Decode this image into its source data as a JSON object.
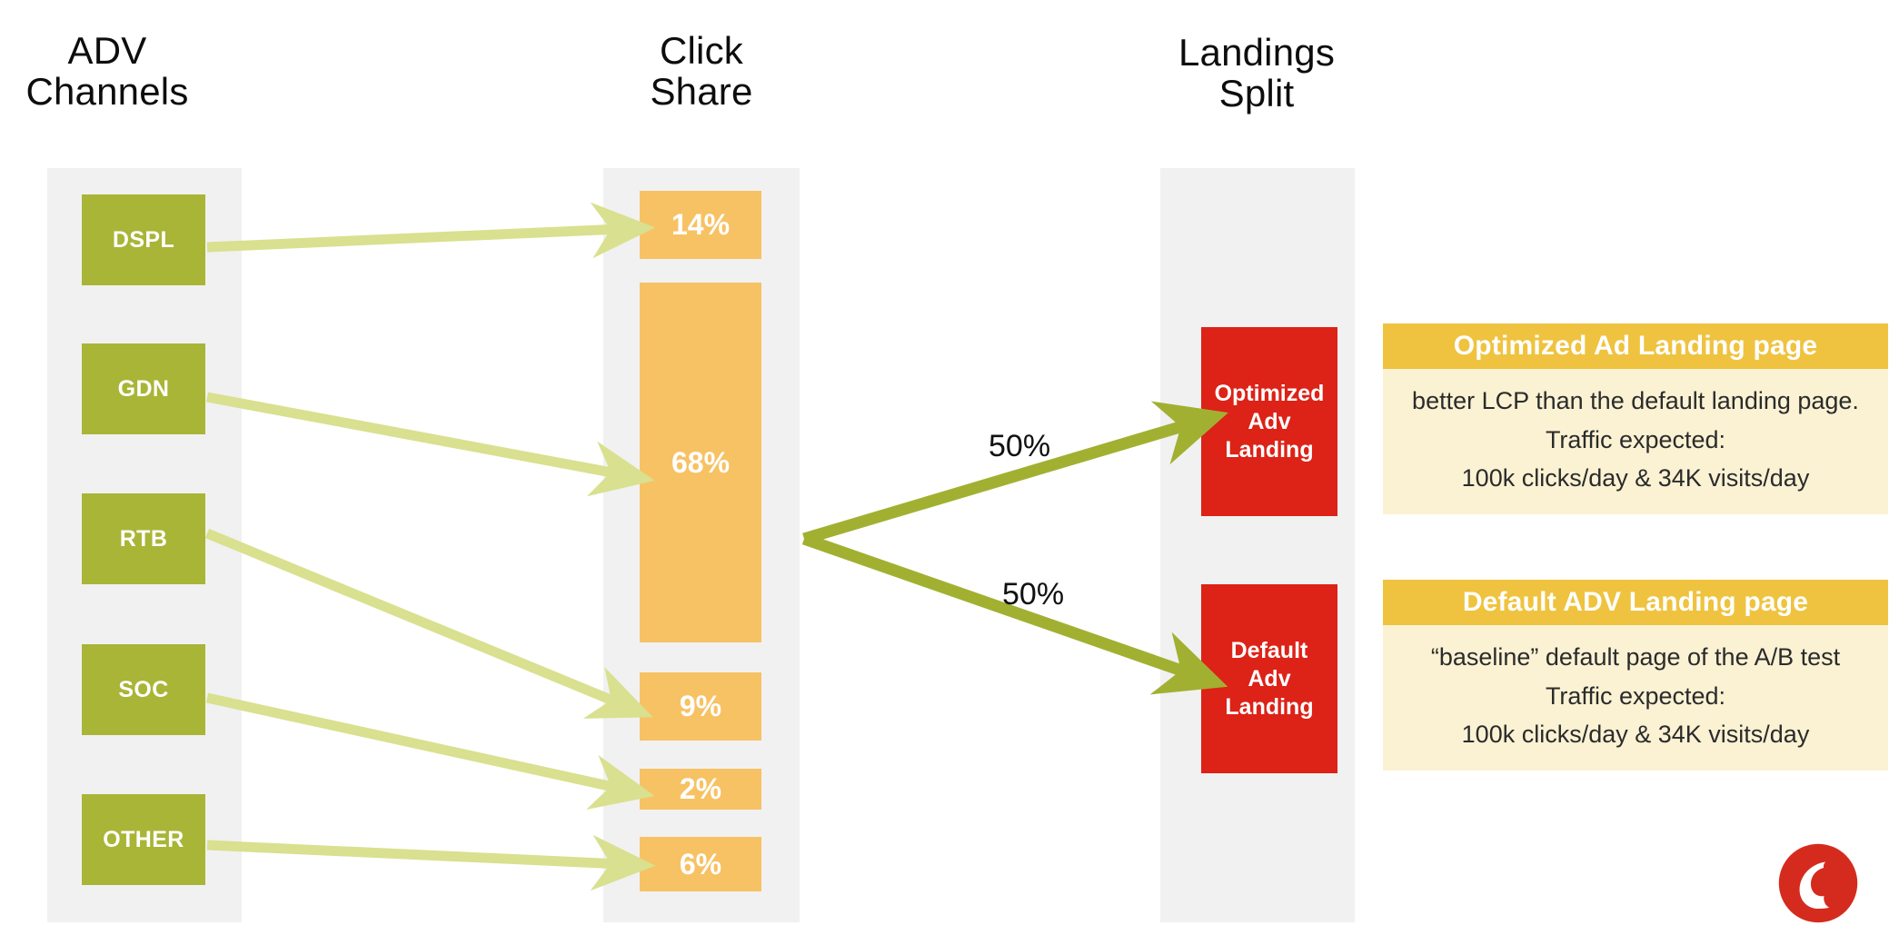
{
  "columns": [
    {
      "title": "ADV\nChannels"
    },
    {
      "title": "Click\nShare"
    },
    {
      "title": "Landings\nSplit"
    }
  ],
  "adv_channels": [
    {
      "label": "DSPL"
    },
    {
      "label": "GDN"
    },
    {
      "label": "RTB"
    },
    {
      "label": "SOC"
    },
    {
      "label": "OTHER"
    }
  ],
  "click_share": [
    {
      "label": "14%"
    },
    {
      "label": "68%"
    },
    {
      "label": "9%"
    },
    {
      "label": "2%"
    },
    {
      "label": "6%"
    }
  ],
  "landings": [
    {
      "label": "Optimized\nAdv\nLanding"
    },
    {
      "label": "Default\nAdv\nLanding"
    }
  ],
  "split_labels": [
    {
      "label": "50%"
    },
    {
      "label": "50%"
    }
  ],
  "cards": [
    {
      "title": "Optimized Ad Landing page",
      "lines": [
        "better LCP than the default landing page.",
        "Traffic expected:",
        "100k clicks/day  & 34K visits/day"
      ]
    },
    {
      "title": "Default ADV Landing page",
      "lines": [
        "“baseline” default page of the A/B test",
        "Traffic expected:",
        "100k clicks/day  & 34K visits/day"
      ]
    }
  ],
  "brand": {
    "name": "vodafone-logo"
  },
  "colors": {
    "lane_gray": "#f1f1f1",
    "channel_green": "#a9b536",
    "arrow_light_green": "#d9e08f",
    "arrow_green": "#a2b032",
    "share_orange": "#f7c264",
    "landing_red": "#dd2217",
    "card_header": "#efc33f",
    "card_body": "#fbf2d3",
    "logo_red": "#d52b1e",
    "text_dark": "#0d0d0d"
  },
  "chart_data": {
    "type": "bar",
    "title": "Click Share",
    "categories": [
      "DSPL",
      "GDN",
      "RTB",
      "SOC",
      "OTHER"
    ],
    "values": [
      14,
      68,
      9,
      2,
      6
    ],
    "value_labels": [
      "14%",
      "68%",
      "9%",
      "2%",
      "6%"
    ],
    "xlabel": "ADV Channels",
    "ylabel": "Click Share",
    "ylim": [
      0,
      68
    ],
    "grid": false,
    "legend": false,
    "flow": {
      "stages": [
        "ADV Channels",
        "Click Share",
        "Landings Split"
      ],
      "split": {
        "targets": [
          "Optimized Adv Landing",
          "Default Adv Landing"
        ],
        "values": [
          50,
          50
        ],
        "value_labels": [
          "50%",
          "50%"
        ]
      }
    }
  }
}
